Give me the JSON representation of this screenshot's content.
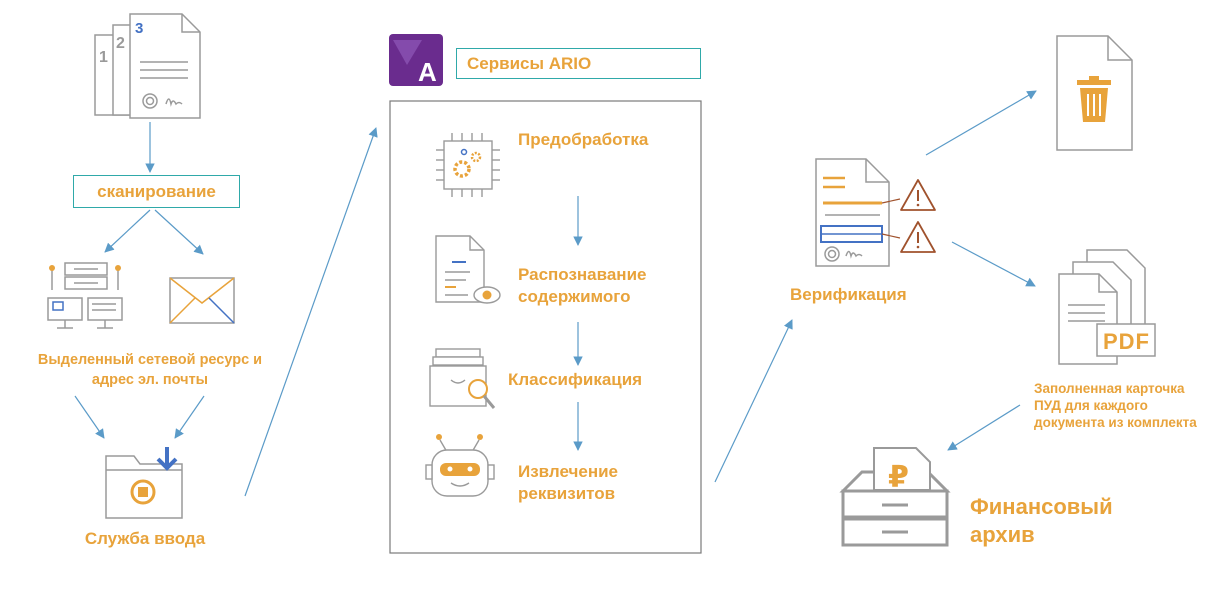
{
  "steps": {
    "scanning": "сканирование",
    "network_resource": "Выделенный сетевой ресурс и адрес эл. почты",
    "input_service": "Служба ввода",
    "ario_services": "Сервисы ARIO",
    "ario_logo_letter": "A",
    "preprocessing": "Предобработка",
    "content_recognition": "Распознавание содержимого",
    "classification": "Классификация",
    "extraction": "Извлечение реквизитов",
    "verification": "Верификация",
    "filled_card": "Заполненная карточка ПУД для каждого документа из комплекта",
    "finance_archive": "Финансовый архив"
  },
  "icons": {
    "page_numbers": [
      "1",
      "2",
      "3"
    ],
    "pdf_label": "PDF",
    "ruble_sign": "₽"
  },
  "colors": {
    "accent_orange": "#E8A33B",
    "teal_border": "#2FA9A9",
    "arrow_blue": "#5B9BC8",
    "icon_gray": "#9A9A9A",
    "icon_blue": "#4472C4",
    "ario_purple": "#6A2C8E"
  }
}
